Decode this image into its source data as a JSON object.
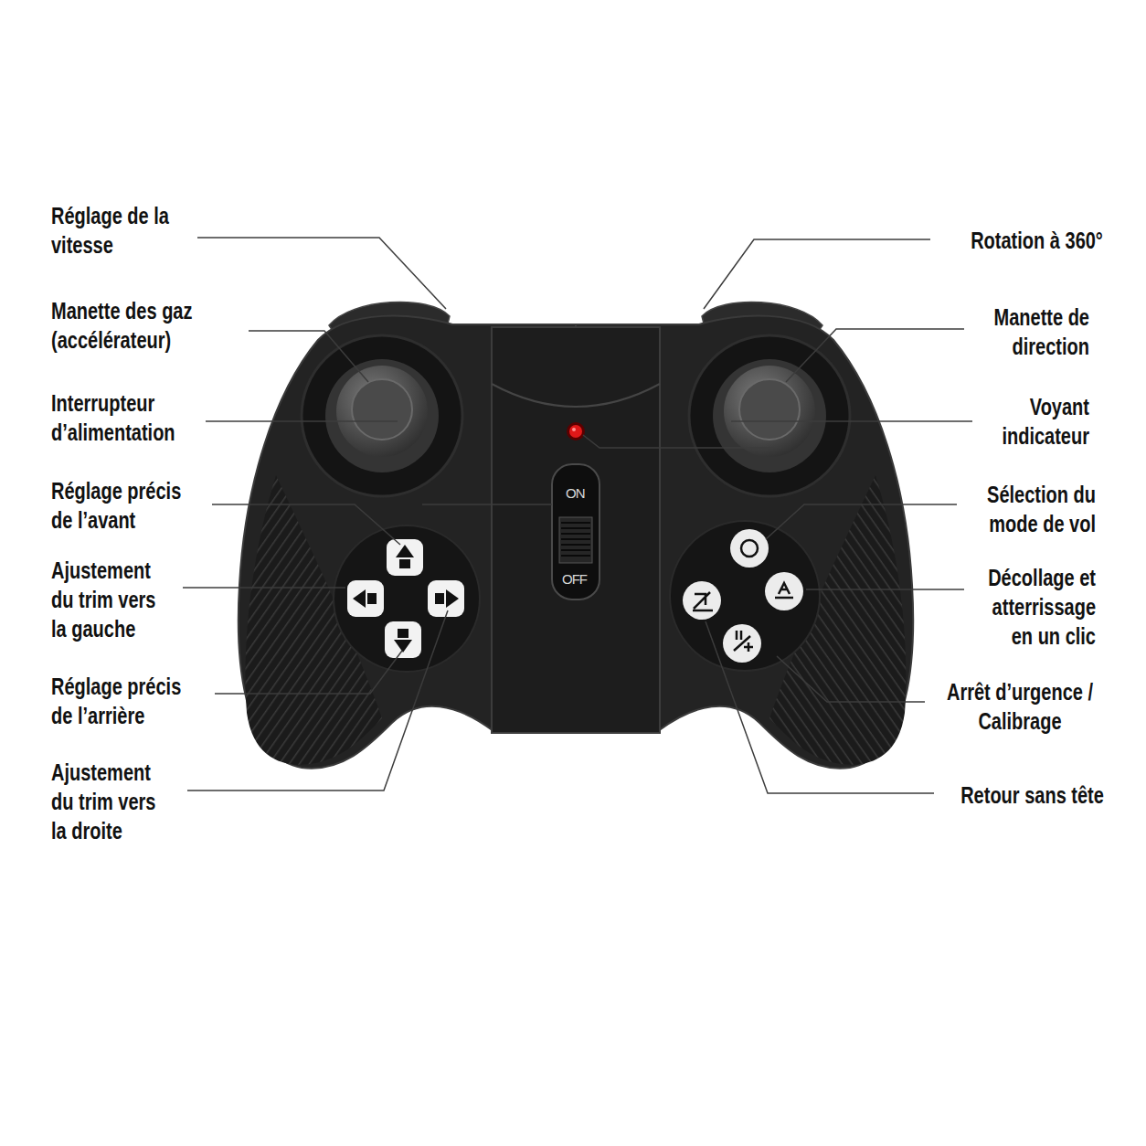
{
  "diagram": {
    "labels": [
      "Réglage de la vitesse",
      "Manette des gaz (accélérateur)",
      "Interrupteur d’alimentation",
      "Réglage précis de l’avant",
      "Ajustement du trim vers la gauche",
      "Réglage précis de l’arrière",
      "Ajustement du trim vers la droite",
      "Rotation à 360°",
      "Manette de direction",
      "Voyant indicateur",
      "Sélection du mode de vol",
      "Décollage et atterrissage en un clic",
      "Arrêt d’urgence / Calibrage",
      "Retour sans tête",
      "ON",
      "OFF"
    ]
  }
}
